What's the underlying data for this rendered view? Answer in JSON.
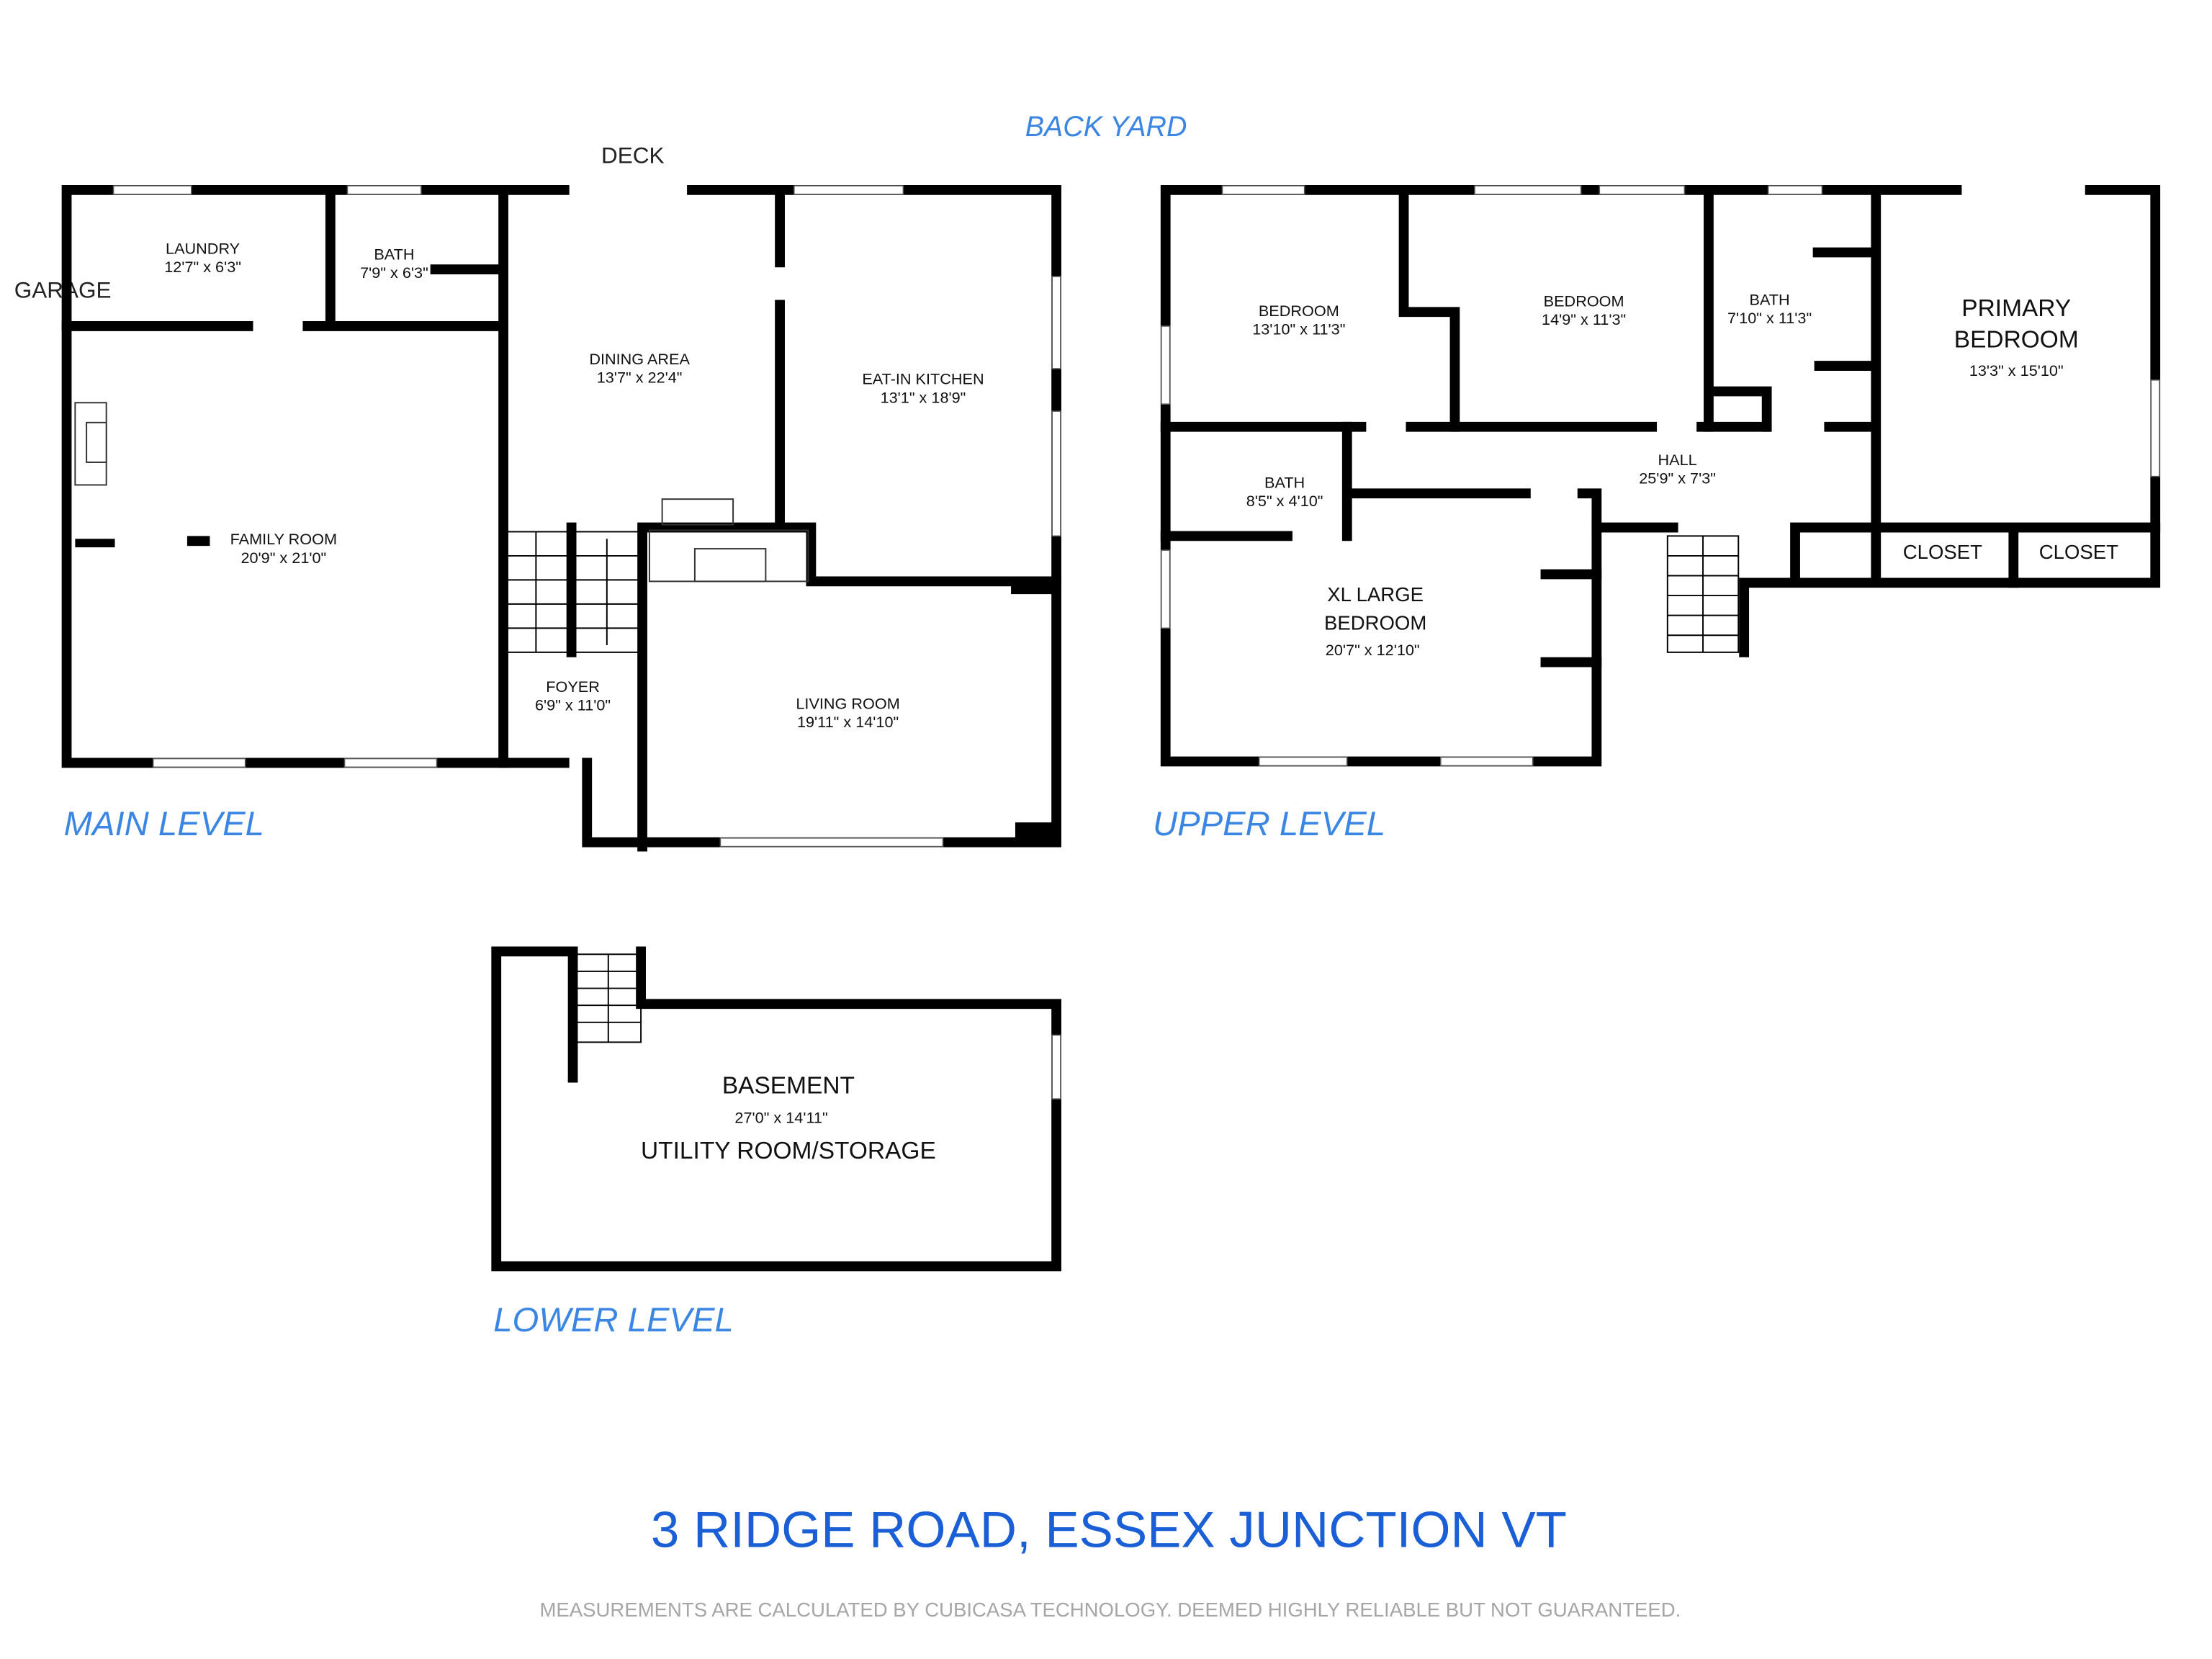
{
  "title": "3 RIDGE ROAD, ESSEX JUNCTION VT",
  "disclaimer": "MEASUREMENTS ARE CALCULATED BY CUBICASA TECHNOLOGY. DEEMED HIGHLY RELIABLE BUT NOT GUARANTEED.",
  "colors": {
    "level_label": "#3b86e3",
    "title": "#1a5fd6",
    "walls": "#000000",
    "disclaimer": "#a6a6a6"
  },
  "exterior": {
    "back_yard": "BACK YARD",
    "deck": "DECK",
    "garage": "GARAGE"
  },
  "main_level": {
    "label": "MAIN LEVEL",
    "rooms": [
      {
        "name": "LAUNDRY",
        "size": "12'7\" x 6'3\""
      },
      {
        "name": "BATH",
        "size": "7'9\" x 6'3\""
      },
      {
        "name": "DINING AREA",
        "size": "13'7\" x 22'4\""
      },
      {
        "name": "EAT-IN KITCHEN",
        "size": "13'1\" x 18'9\""
      },
      {
        "name": "FAMILY ROOM",
        "size": "20'9\" x 21'0\""
      },
      {
        "name": "FOYER",
        "size": "6'9\" x 11'0\""
      },
      {
        "name": "LIVING ROOM",
        "size": "19'11\" x 14'10\""
      }
    ]
  },
  "upper_level": {
    "label": "UPPER LEVEL",
    "rooms": [
      {
        "name": "BEDROOM",
        "size": "13'10\" x 11'3\""
      },
      {
        "name": "BEDROOM",
        "size": "14'9\" x 11'3\""
      },
      {
        "name": "BATH",
        "size": "7'10\" x 11'3\""
      },
      {
        "name_line1": "PRIMARY",
        "name_line2": "BEDROOM",
        "size": "13'3\" x 15'10\""
      },
      {
        "name": "BATH",
        "size": "8'5\" x 4'10\""
      },
      {
        "name": "HALL",
        "size": "25'9\" x 7'3\""
      },
      {
        "name_line1": "XL LARGE",
        "name_line2": "BEDROOM",
        "size": "20'7\" x 12'10\""
      },
      {
        "name": "CLOSET"
      },
      {
        "name": "CLOSET"
      }
    ]
  },
  "lower_level": {
    "label": "LOWER LEVEL",
    "rooms": [
      {
        "name": "BASEMENT",
        "size": "27'0\" x 14'11\"",
        "subtitle": "UTILITY ROOM/STORAGE"
      }
    ]
  }
}
